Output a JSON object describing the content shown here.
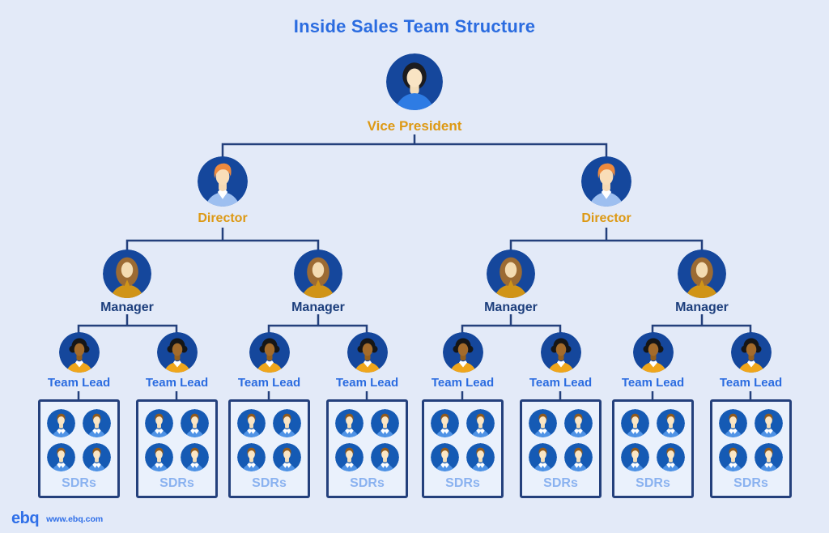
{
  "title": "Inside Sales Team Structure",
  "org": {
    "vice_president": {
      "label": "Vice President"
    },
    "directors": [
      {
        "label": "Director"
      },
      {
        "label": "Director"
      }
    ],
    "managers": [
      {
        "label": "Manager"
      },
      {
        "label": "Manager"
      },
      {
        "label": "Manager"
      },
      {
        "label": "Manager"
      }
    ],
    "team_leads": [
      {
        "label": "Team Lead"
      },
      {
        "label": "Team Lead"
      },
      {
        "label": "Team Lead"
      },
      {
        "label": "Team Lead"
      },
      {
        "label": "Team Lead"
      },
      {
        "label": "Team Lead"
      },
      {
        "label": "Team Lead"
      },
      {
        "label": "Team Lead"
      }
    ],
    "sdr_groups": [
      {
        "label": "SDRs",
        "member_count": 4
      },
      {
        "label": "SDRs",
        "member_count": 4
      },
      {
        "label": "SDRs",
        "member_count": 4
      },
      {
        "label": "SDRs",
        "member_count": 4
      },
      {
        "label": "SDRs",
        "member_count": 4
      },
      {
        "label": "SDRs",
        "member_count": 4
      },
      {
        "label": "SDRs",
        "member_count": 4
      },
      {
        "label": "SDRs",
        "member_count": 4
      }
    ]
  },
  "footer": {
    "logo_text": "ebq",
    "website": "www.ebq.com"
  },
  "colors": {
    "background": "#e3eaf8",
    "title": "#2b6ce0",
    "executive_label": "#dd9914",
    "manager_label": "#1c3e7c",
    "team_lead_label": "#2b6ce0",
    "sdrs_label": "#8ab2f0",
    "connector": "#24407c",
    "avatar_circle": "#15479c",
    "sdr_avatar_circle": "#155ab4"
  }
}
